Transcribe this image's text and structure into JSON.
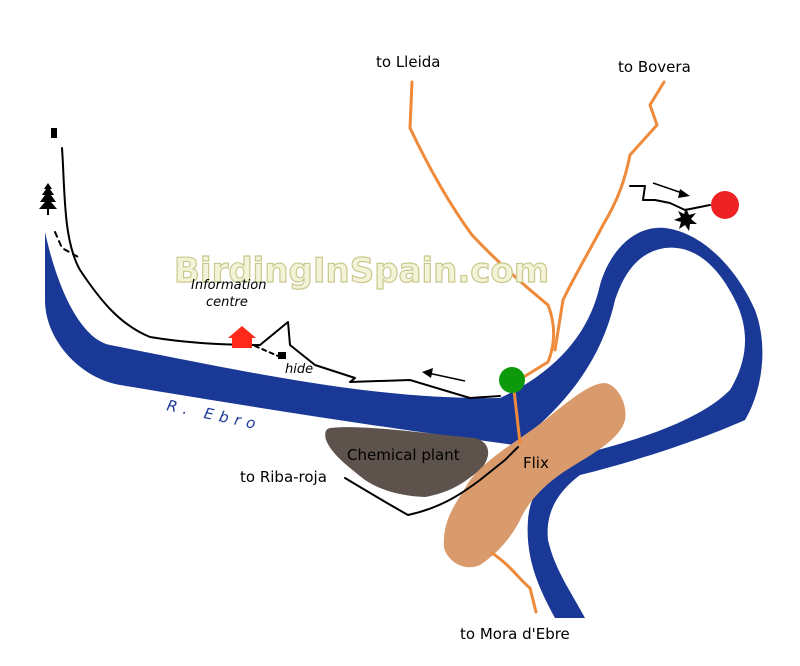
{
  "watermark": "BirdingInSpain.com",
  "labels": {
    "lleida": "to Lleida",
    "bovera": "to Bovera",
    "info_centre_line1": "Information",
    "info_centre_line2": "centre",
    "hide": "hide",
    "river": "R. Ebro",
    "chemical_plant": "Chemical plant",
    "flix": "Flix",
    "riba_roja": "to Riba-roja",
    "mora": "to Mora d'Ebre"
  },
  "colors": {
    "river": "#1a3896",
    "town": "#d99a6c",
    "chemical_plant": "#5e524c",
    "road": "#ee8a3a",
    "track": "#000000",
    "info_centre": "#ff2a1a",
    "red_marker": "#ee2222",
    "green_marker": "#0c9a0c"
  },
  "icons": [
    "tree-icon",
    "house-icon",
    "hide-icon",
    "red-circle-marker",
    "green-circle-marker",
    "starburst-icon",
    "arrow-icon"
  ]
}
